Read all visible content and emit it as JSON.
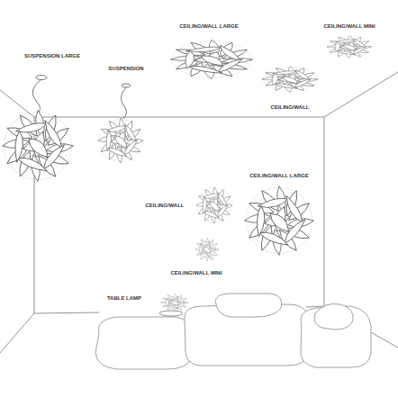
{
  "diagram": {
    "labels": [
      "CEILING/WALL LARGE",
      "CEILING/WALL MINI",
      "SUSPENSION LARGE",
      "SUSPENSION",
      "CEILING/WALL",
      "CEILING/WALL LARGE",
      "CEILING/WALL",
      "CEILING/WALL MINI",
      "TABLE LAMP"
    ]
  }
}
